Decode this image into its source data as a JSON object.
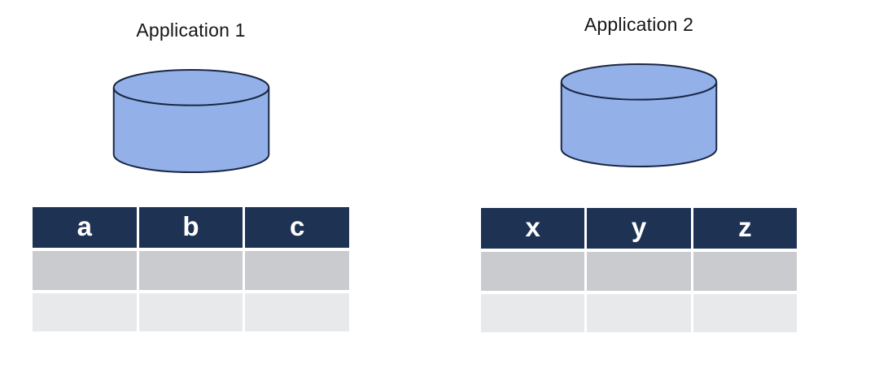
{
  "applications": [
    {
      "title": "Application 1",
      "icon": "database-cylinder-icon",
      "table": {
        "columns": [
          "a",
          "b",
          "c"
        ],
        "rows": [
          [
            "",
            "",
            ""
          ],
          [
            "",
            "",
            ""
          ]
        ]
      }
    },
    {
      "title": "Application 2",
      "icon": "database-cylinder-icon",
      "table": {
        "columns": [
          "x",
          "y",
          "z"
        ],
        "rows": [
          [
            "",
            "",
            ""
          ],
          [
            "",
            "",
            ""
          ]
        ]
      }
    }
  ],
  "colors": {
    "header_bg": "#1e3254",
    "row1_bg": "#c9cbce",
    "row2_bg": "#e8e9eb",
    "cylinder_fill": "#93b1e8",
    "cylinder_stroke": "#1a2744",
    "title_color": "#161616",
    "header_text": "#ffffff",
    "canvas_bg": "#ffffff"
  }
}
